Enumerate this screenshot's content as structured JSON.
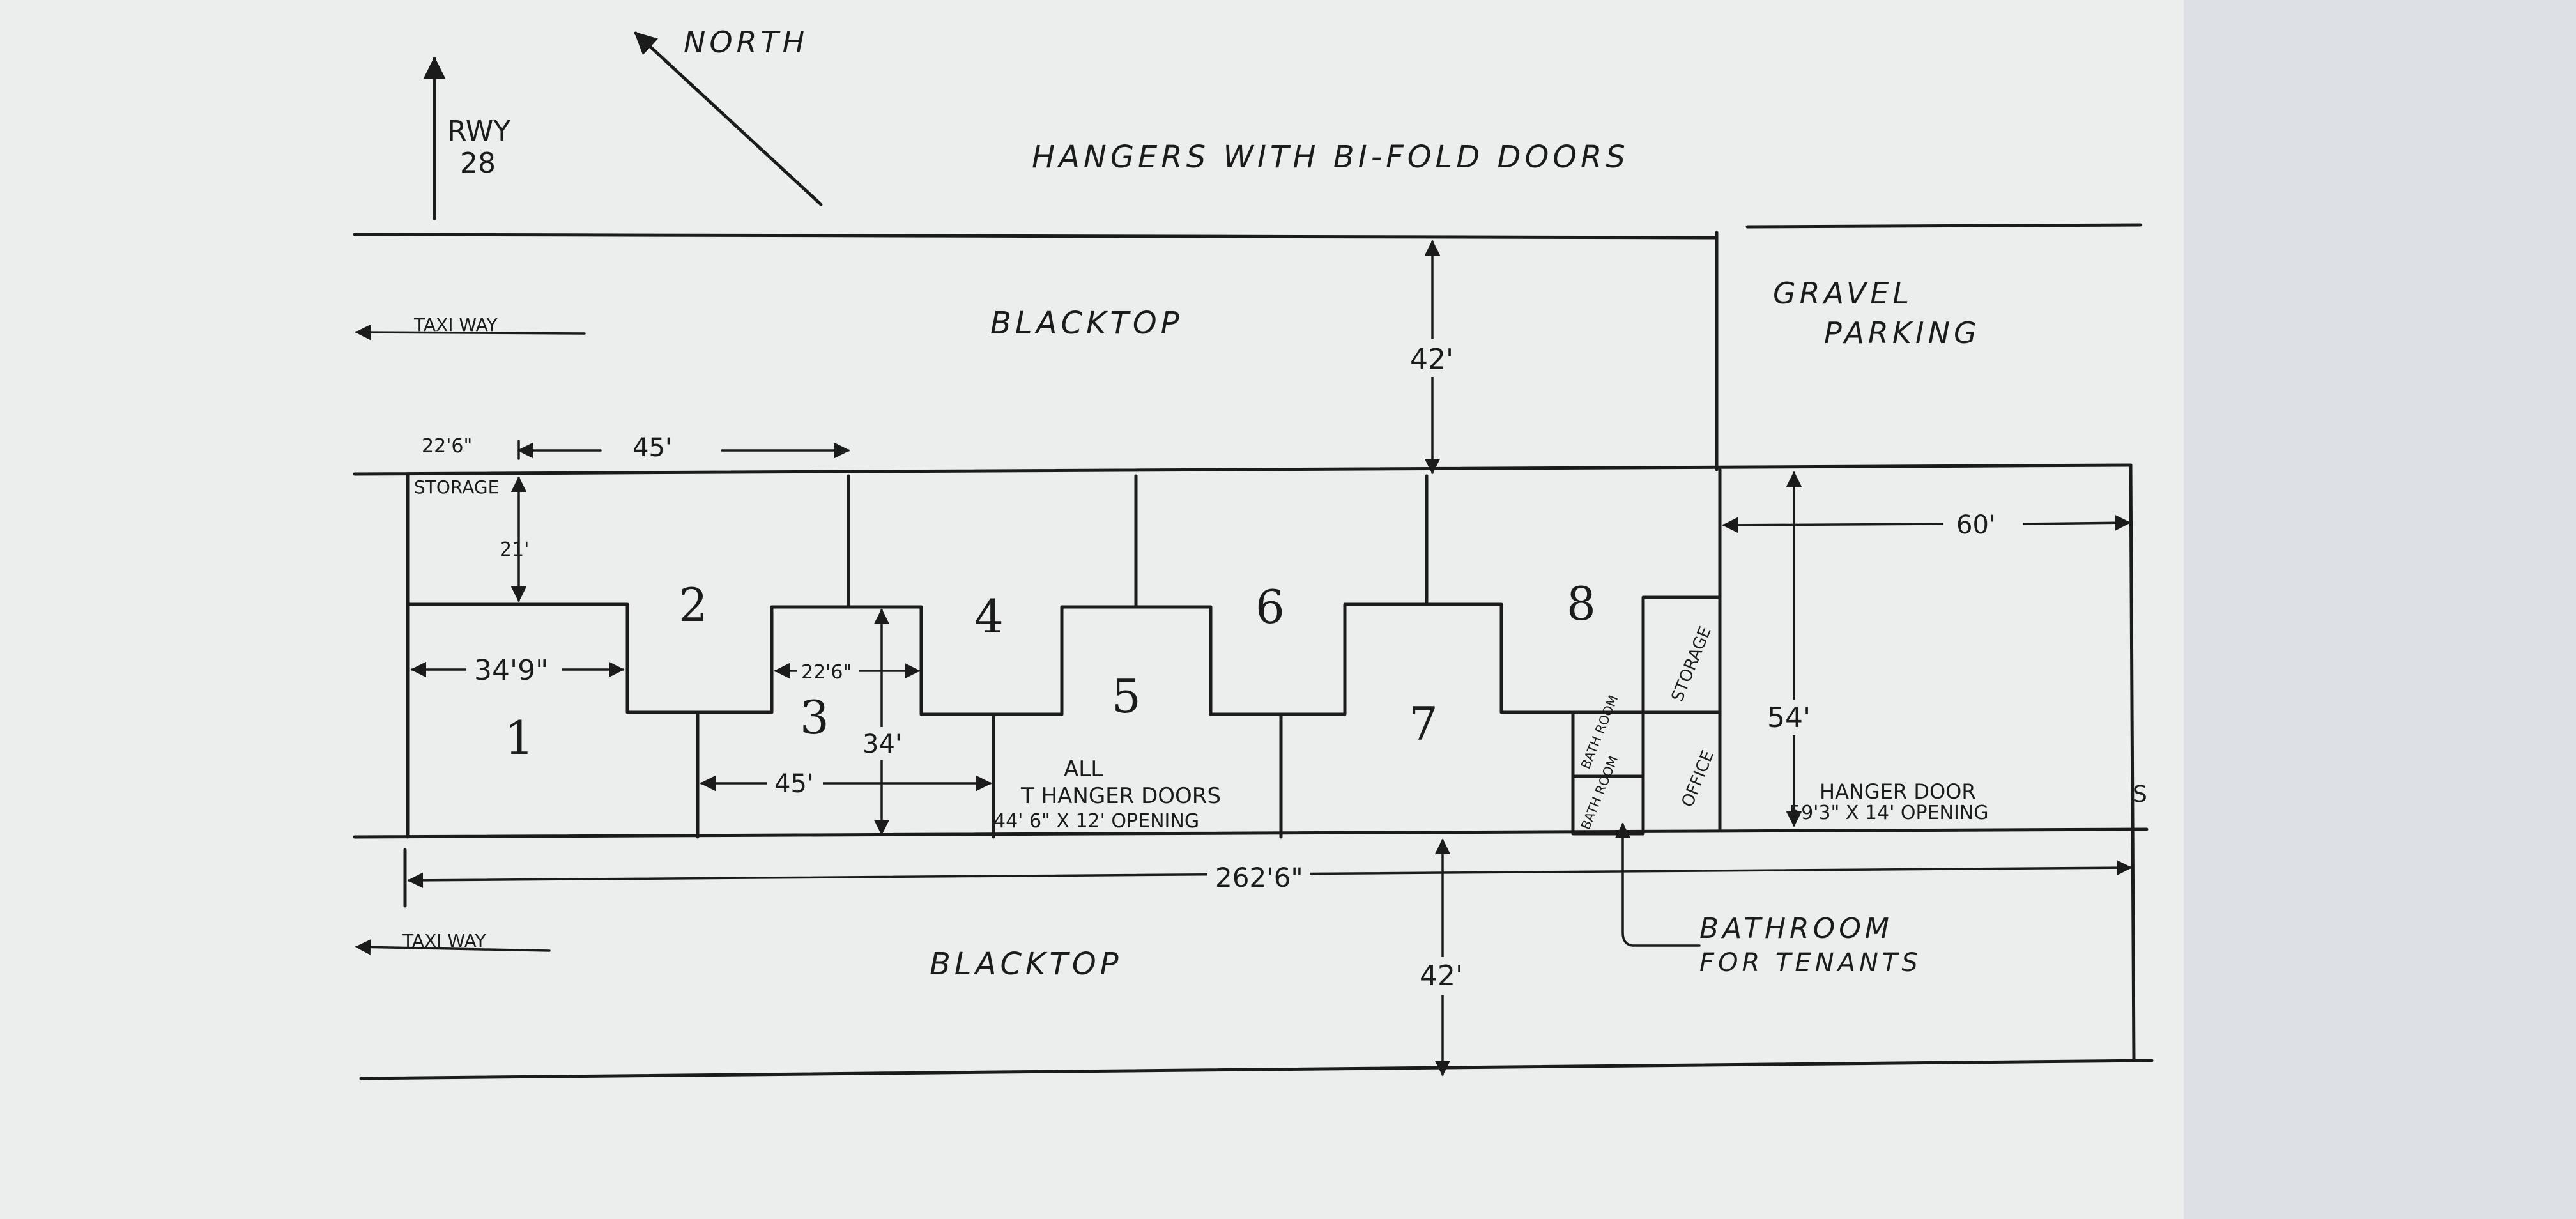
{
  "runway": "RWY\n28",
  "runway_lines": [
    "RWY",
    "28"
  ],
  "north": "NORTH",
  "title": "HANGERS WITH BI-FOLD DOORS",
  "blacktop_top": "BLACKTOP",
  "blacktop_bottom": "BLACKTOP",
  "taxiway_top": "TAXI WAY",
  "taxiway_bottom": "TAXI WAY",
  "gravel_parking": [
    "GRAVEL",
    "PARKING"
  ],
  "dims": {
    "storage_width": "22'6\"",
    "bay_width_top": "45'",
    "storage_depth": "21'",
    "unit1_width": "34'9\"",
    "unit3_notch": "22'6\"",
    "building_depth": "34'",
    "bay_width_bottom": "45'",
    "apron_top": "42'",
    "apron_bottom": "42'",
    "hangar_width": "60'",
    "hangar_depth": "54'",
    "overall_length": "262'6\"",
    "small_mark": "S"
  },
  "units": [
    "1",
    "2",
    "3",
    "4",
    "5",
    "6",
    "7",
    "8"
  ],
  "labels": {
    "storage_corner": "STORAGE",
    "storage_room": "STORAGE",
    "office": "OFFICE",
    "bath_room_upper": "BATH ROOM",
    "bath_room_lower": "BATH ROOM"
  },
  "notes": {
    "hanger_doors": [
      "ALL",
      "T HANGER DOORS",
      "44' 6\" X 12' OPENING"
    ],
    "hanger_door": [
      "HANGER DOOR",
      "59'3\" X 14' OPENING"
    ],
    "bathroom_tenants": [
      "BATHROOM",
      "FOR TENANTS"
    ]
  }
}
